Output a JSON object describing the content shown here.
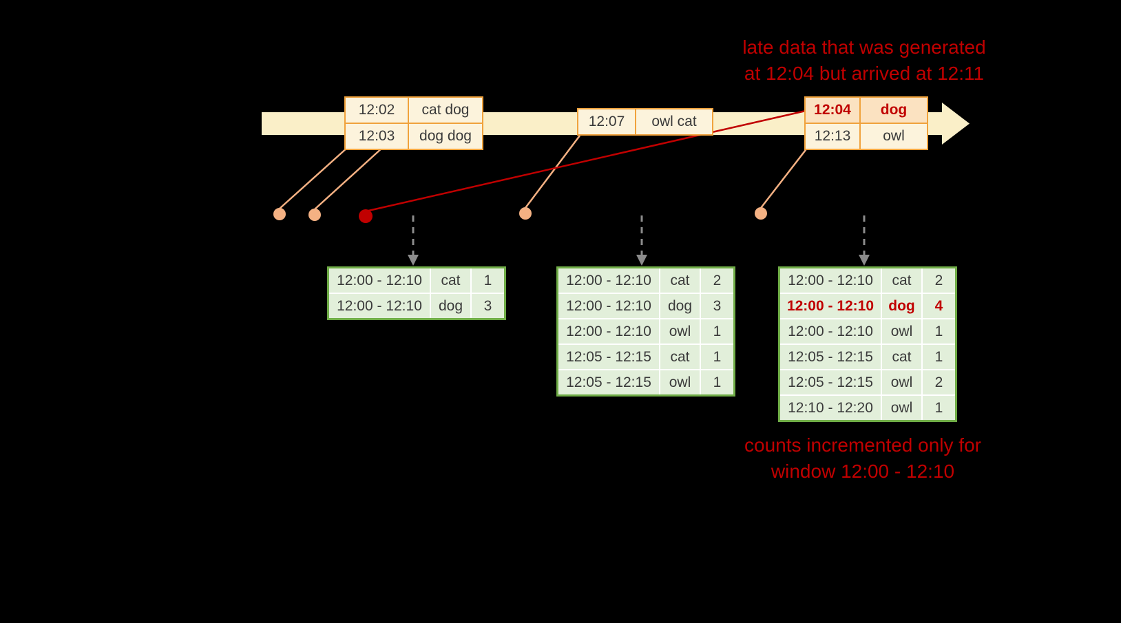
{
  "colors": {
    "background": "#000000",
    "timeline_band": "#FAEFC8",
    "event_border": "#F0A23C",
    "event_fill": "#FCF3DC",
    "late_fill": "#FBE2C1",
    "accent_red": "#C00000",
    "connector_salmon": "#F4B183",
    "result_border": "#70AD47",
    "result_fill": "#E2EFDA",
    "trigger_gray": "#8C8C8C"
  },
  "annotations": {
    "late_data": {
      "line1": "late data that was generated",
      "line2": "at 12:04 but arrived  at 12:11"
    },
    "counts": {
      "line1": "counts incremented only for",
      "line2": "window 12:00 - 12:10"
    }
  },
  "event_boxes": [
    {
      "rows": [
        {
          "time": "12:02",
          "words": "cat dog"
        },
        {
          "time": "12:03",
          "words": "dog dog"
        }
      ]
    },
    {
      "rows": [
        {
          "time": "12:07",
          "words": "owl cat"
        }
      ]
    },
    {
      "rows": [
        {
          "time": "12:04",
          "words": "dog"
        },
        {
          "time": "12:13",
          "words": "owl"
        }
      ]
    }
  ],
  "result_tables": [
    {
      "rows": [
        {
          "window": "12:00 - 12:10",
          "word": "cat",
          "count": "1"
        },
        {
          "window": "12:00 - 12:10",
          "word": "dog",
          "count": "3"
        }
      ]
    },
    {
      "rows": [
        {
          "window": "12:00 - 12:10",
          "word": "cat",
          "count": "2"
        },
        {
          "window": "12:00 - 12:10",
          "word": "dog",
          "count": "3"
        },
        {
          "window": "12:00 - 12:10",
          "word": "owl",
          "count": "1"
        },
        {
          "window": "12:05 - 12:15",
          "word": "cat",
          "count": "1"
        },
        {
          "window": "12:05 - 12:15",
          "word": "owl",
          "count": "1"
        }
      ]
    },
    {
      "rows": [
        {
          "window": "12:00 - 12:10",
          "word": "cat",
          "count": "2"
        },
        {
          "window": "12:00 - 12:10",
          "word": "dog",
          "count": "4"
        },
        {
          "window": "12:00 - 12:10",
          "word": "owl",
          "count": "1"
        },
        {
          "window": "12:05 - 12:15",
          "word": "cat",
          "count": "1"
        },
        {
          "window": "12:05 - 12:15",
          "word": "owl",
          "count": "2"
        },
        {
          "window": "12:10 - 12:20",
          "word": "owl",
          "count": "1"
        }
      ]
    }
  ]
}
